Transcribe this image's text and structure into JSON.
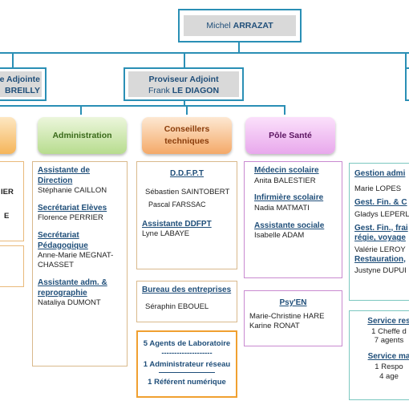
{
  "head": {
    "first": "Michel",
    "last": "ARRAZAT"
  },
  "adjointe_left": {
    "title": "e Adjointe",
    "name": "BREILLY"
  },
  "proviseur_adjoint": {
    "title": "Proviseur Adjoint",
    "first": "Frank",
    "last": "LE DIAGON"
  },
  "pills": {
    "administration": "Administration",
    "conseillers": "Conseillers techniques",
    "pole_sante": "Pôle Santé"
  },
  "left_fragments": {
    "a": "IER",
    "b": "E"
  },
  "administration": {
    "s1_title": "Assistante de Direction",
    "s1_name": "Stéphanie CAILLON",
    "s2_title": "Secrétariat Elèves",
    "s2_name": "Florence PERRIER",
    "s3_title": "Secrétariat Pédagogique",
    "s3_name": "Anne-Marie MEGNAT-CHASSET",
    "s4_title": "Assistante adm. & reprographie",
    "s4_name": "Nataliya DUMONT"
  },
  "conseillers": {
    "ddfpt_title": "D.D.F.P.T",
    "ddfpt_name1": "Sébastien SAINTOBERT",
    "ddfpt_name2": "Pascal FARSSAC",
    "assist_title": "Assistante DDFPT",
    "assist_name": "Lyne LABAYE",
    "bureau_title": "Bureau des entreprises",
    "bureau_name": "Séraphin EBOUEL",
    "labo_line1": "5 Agents de Laboratoire",
    "labo_sep": "--------------------",
    "labo_line2": "1 Administrateur réseau",
    "labo_line3": "1 Référent numérique"
  },
  "pole_sante": {
    "med_title": "Médecin scolaire",
    "med_name": "Anita BALESTIER",
    "inf_title": "Infirmière scolaire",
    "inf_name": "Nadia MATMATI",
    "as_title": "Assistante sociale",
    "as_name": "Isabelle ADAM",
    "psy_title": "Psy'EN",
    "psy_name1": "Marie-Christine HARE",
    "psy_name2": "Karine RONAT"
  },
  "right_col": {
    "g1_title": "Gestion admi",
    "g1_name": "Marie LOPES",
    "g2_title": "Gest. Fin. & C",
    "g2_name": "Gladys LEPERLI",
    "g3_title1": "Gest. Fin., frai",
    "g3_title2": "régie, voyage",
    "g3_name": "Valérie LEROY",
    "g4_title": "Restauration,",
    "g4_name": "Justyne DUPUI",
    "sr_title": "Service res",
    "sr_l1": "1 Cheffe d",
    "sr_l2": "7 agents",
    "sm_title": "Service ma",
    "sm_l1": "1 Respo",
    "sm_l2": "4 age"
  }
}
